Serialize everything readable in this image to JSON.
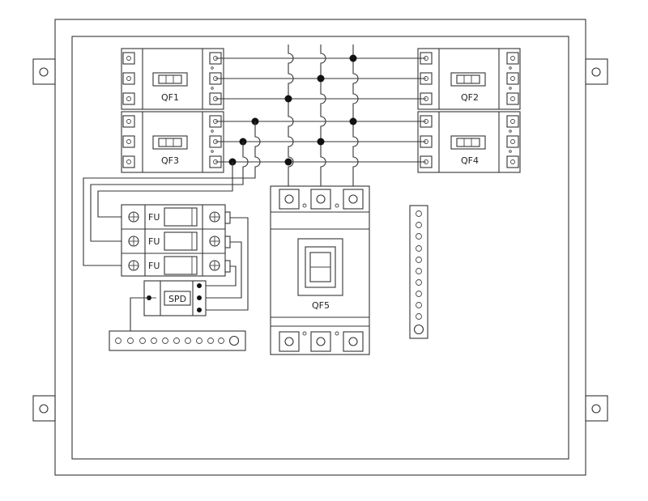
{
  "labels": {
    "qf1": "QF1",
    "qf2": "QF2",
    "qf3": "QF3",
    "qf4": "QF4",
    "qf5": "QF5",
    "fu": "FU",
    "spd": "SPD"
  },
  "colors": {
    "line": "#333333",
    "junction": "#111111",
    "background": "#ffffff"
  }
}
